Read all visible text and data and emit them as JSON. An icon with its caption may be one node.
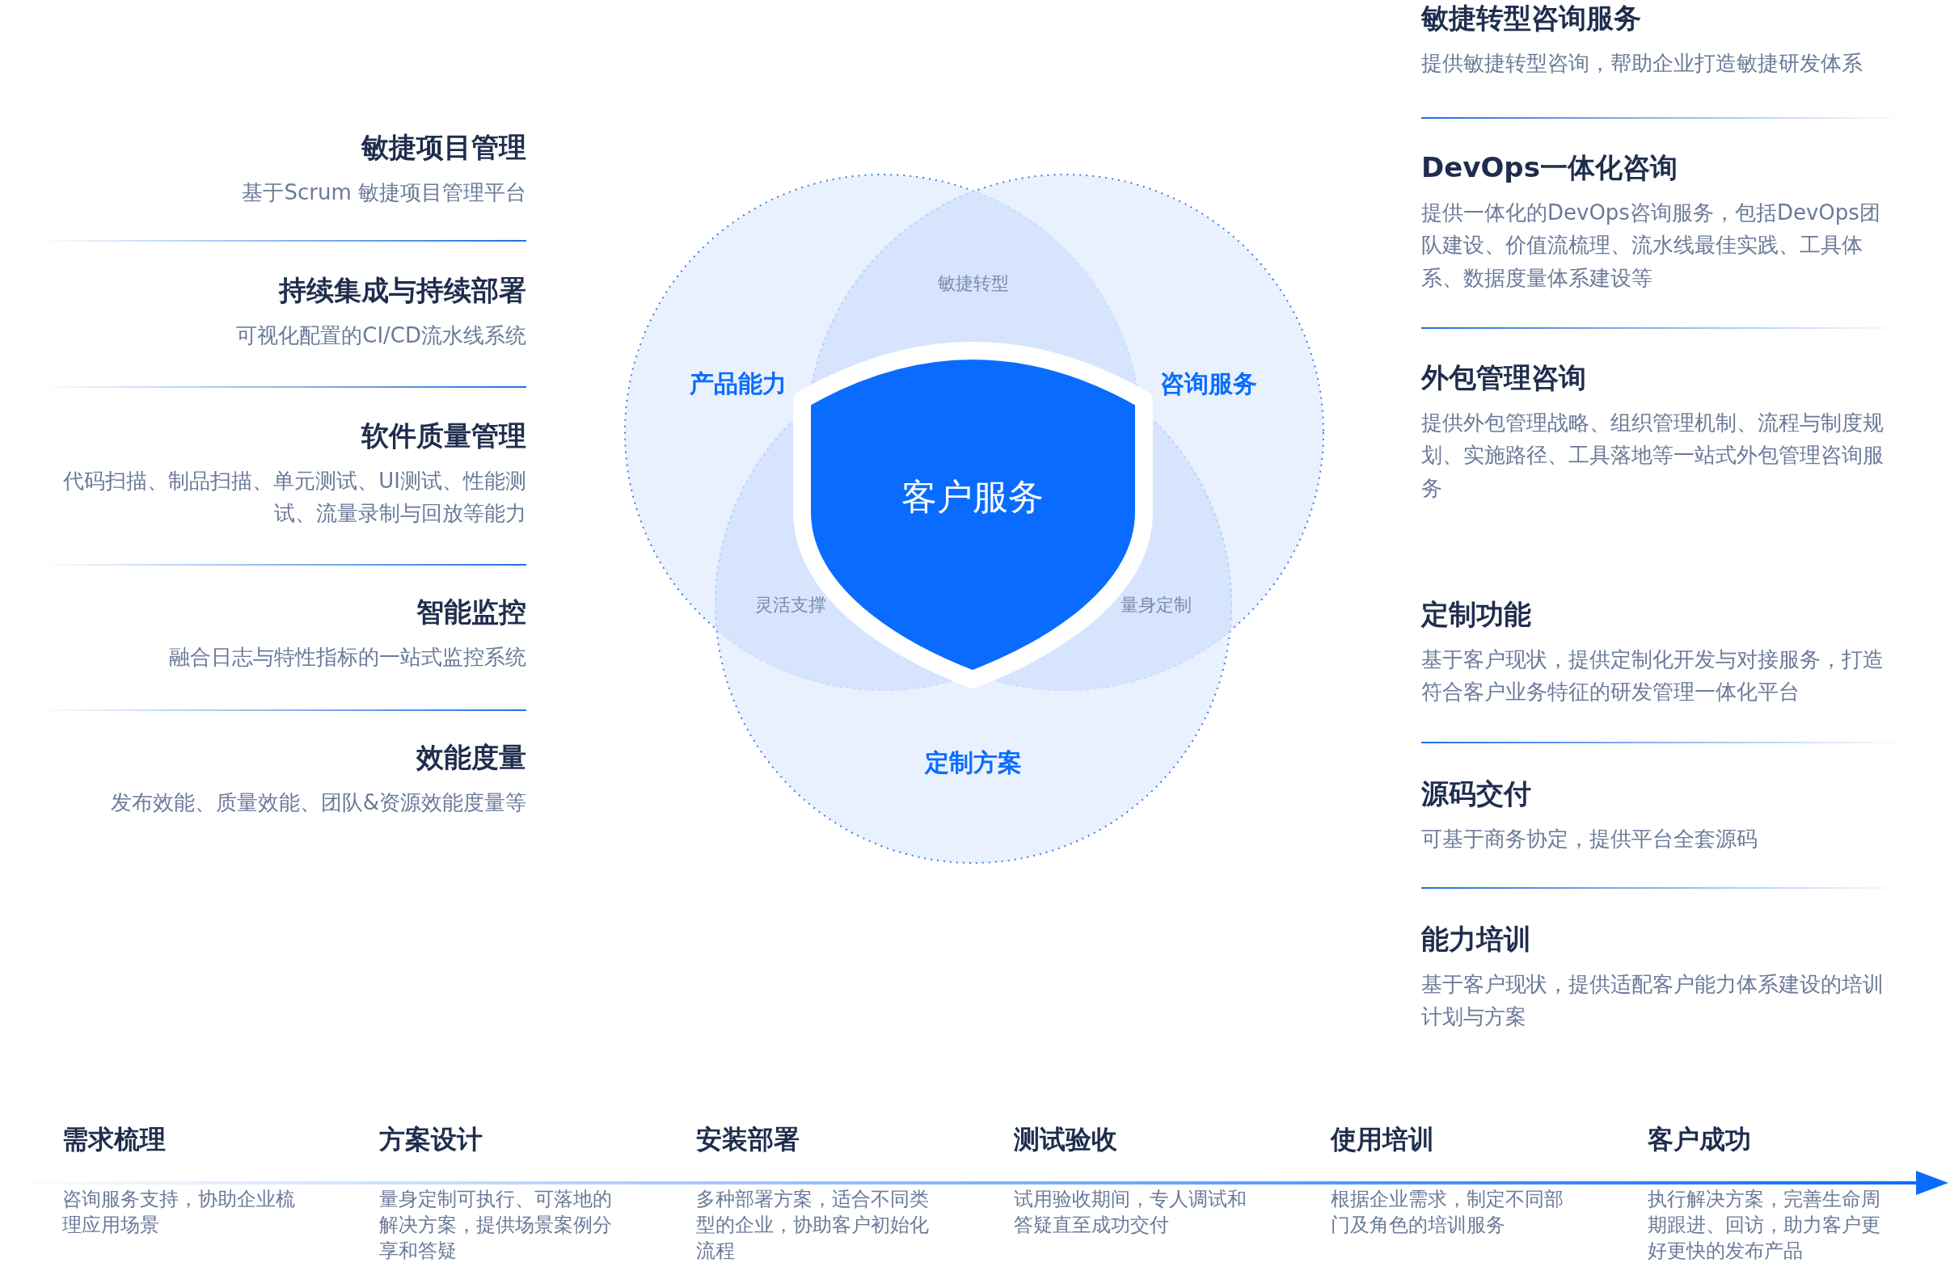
{
  "diagram": {
    "nodes": [
      {
        "text": [
          "敏捷项目管理",
          "基于Scrum 敏捷项目管理平台"
        ]
      },
      {
        "text": [
          "持续集成与持续部署",
          "可视化配置的CI/CD流水线系统"
        ]
      },
      {
        "text": [
          "软件质量管理",
          "代码扫描、制品扫描、单元测试、UI测试、性能测试、流量录制与回放等能力"
        ]
      },
      {
        "text": [
          "智能监控",
          "融合日志与特性指标的一站式监控系统"
        ]
      },
      {
        "text": [
          "效能度量",
          "发布效能、质量效能、团队&资源效能度量等"
        ]
      },
      {
        "text": [
          "产品能力"
        ]
      },
      {
        "text": [
          "咨询服务"
        ]
      },
      {
        "text": [
          "定制方案"
        ]
      },
      {
        "text": [
          "敏捷转型"
        ]
      },
      {
        "text": [
          "灵活支撑"
        ]
      },
      {
        "text": [
          "量身定制"
        ]
      },
      {
        "text": [
          "客户服务"
        ]
      },
      {
        "text": [
          "敏捷转型咨询服务",
          "提供敏捷转型咨询，帮助企业打造敏捷研发体系"
        ]
      },
      {
        "text": [
          "DevOps一体化咨询",
          "提供一体化的DevOps咨询服务，包括DevOps团队建设、价值流梳理、流水线最佳实践、工具体系、数据度量体系建设等"
        ]
      },
      {
        "text": [
          "外包管理咨询",
          "提供外包管理战略、组织管理机制、流程与制度规划、实施路径、工具落地等一站式外包管理咨询服务"
        ]
      },
      {
        "text": [
          "定制功能",
          "基于客户现状，提供定制化开发与对接服务，打造符合客户业务特征的研发管理一体化平台"
        ]
      },
      {
        "text": [
          "源码交付",
          "可基于商务协定，提供平台全套源码"
        ]
      },
      {
        "text": [
          "能力培训",
          "基于客户现状，提供适配客户能力体系建设的培训计划与方案"
        ]
      },
      {
        "text": [
          "需求梳理",
          "咨询服务支持，协助企业梳理应用场景"
        ]
      },
      {
        "text": [
          "方案设计",
          "量身定制可执行、可落地的解决方案，提供场景案例分享和答疑"
        ]
      },
      {
        "text": [
          "安装部署",
          "多种部署方案，适合不同类型的企业，协助客户初始化流程"
        ]
      },
      {
        "text": [
          "测试验收",
          "试用验收期间，专人调试和答疑直至成功交付"
        ]
      },
      {
        "text": [
          "使用培训",
          "根据企业需求，制定不同部门及角色的培训服务"
        ]
      },
      {
        "text": [
          "客户成功",
          "执行解决方案，完善生命周期跟进、回访，助力客户更好更快的发布产品"
        ]
      }
    ]
  }
}
